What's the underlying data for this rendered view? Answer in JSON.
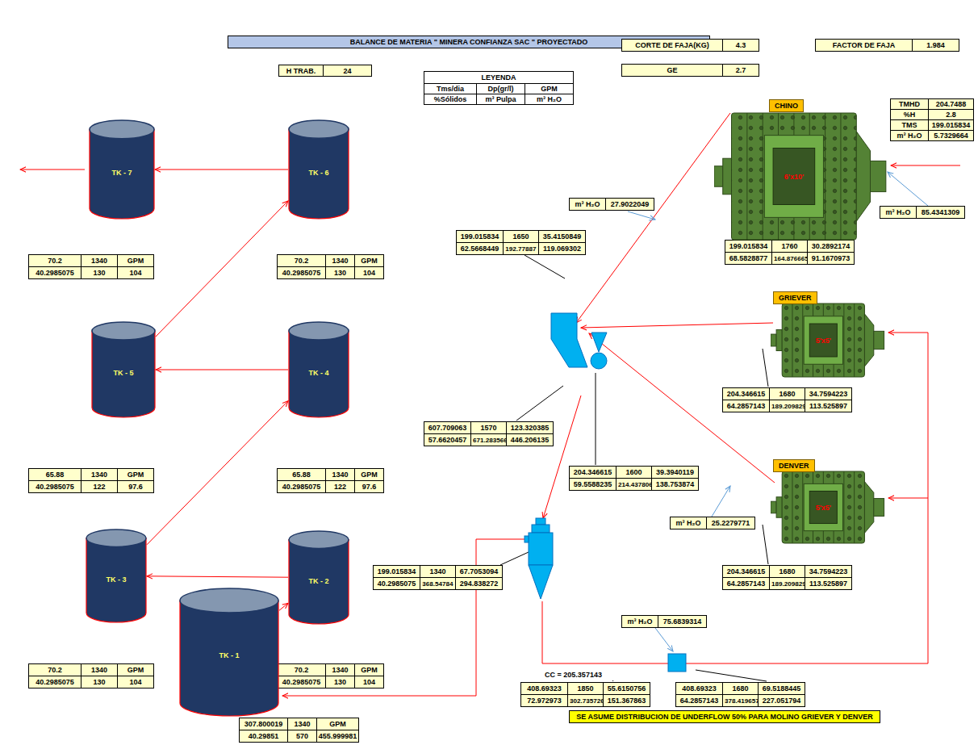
{
  "diagram": {
    "title": "BALANCE DE MATERIA \" MINERA CONFIANZA SAC \" PROYECTADO",
    "nodes": [
      {
        "text": [
          "TK - 7"
        ]
      },
      {
        "text": [
          "TK - 6"
        ]
      },
      {
        "text": [
          "CHINO",
          "6'x10'"
        ]
      },
      {
        "text": [
          "TK - 5"
        ]
      },
      {
        "text": [
          "TK - 4"
        ]
      },
      {
        "text": [
          "GRIEVER",
          "5'x5'"
        ]
      },
      {
        "text": [
          "DENVER",
          "5'x5'"
        ]
      },
      {
        "text": [
          "TK - 3"
        ]
      },
      {
        "text": [
          "TK - 2"
        ]
      },
      {
        "text": [
          "TK - 1"
        ]
      }
    ],
    "edges": [
      {
        "from": 9,
        "to": 8,
        "arrow": "to"
      },
      {
        "from": 8,
        "to": 7,
        "arrow": "to"
      },
      {
        "from": 7,
        "to": 4,
        "arrow": "to"
      },
      {
        "from": 4,
        "to": 3,
        "arrow": "to"
      },
      {
        "from": 3,
        "to": 1,
        "arrow": "to"
      },
      {
        "from": 1,
        "to": 0,
        "arrow": "to"
      }
    ],
    "labels": [
      "H TRAB.",
      "24",
      "LEYENDA",
      "Tms/dia",
      "Dp(gr/l)",
      "GPM",
      "%Sólidos",
      "m³ Pulpa",
      "m³ H₂O",
      "CORTE DE FAJA(KG)",
      "4.3",
      "FACTOR DE FAJA",
      "1.984",
      "GE",
      "2.7",
      "TMHD",
      "204.7488",
      "%H",
      "2.8",
      "TMS",
      "199.015834",
      "m³ H₂O",
      "5.7329664",
      "m³ H₂O",
      "85.4341309",
      "m³ H₂O",
      "27.9022049",
      "199.015834",
      "1650",
      "35.4150849",
      "62.5668449",
      "192.77887",
      "119.069302",
      "199.015834",
      "1760",
      "30.2892174",
      "68.5828877",
      "164.876665",
      "91.1670973",
      "204.346615",
      "1680",
      "34.7594223",
      "64.2857143",
      "189.209829",
      "113.525897",
      "607.709063",
      "1570",
      "123.320385",
      "57.6620457",
      "671.283566",
      "446.206135",
      "204.346615",
      "1600",
      "39.3940119",
      "59.5588235",
      "214.437806",
      "138.753874",
      "m³ H₂O",
      "25.2279771",
      "199.015834",
      "1340",
      "67.7053094",
      "40.2985075",
      "368.54784",
      "294.838272",
      "204.346615",
      "1680",
      "34.7594223",
      "64.2857143",
      "189.209829",
      "113.525897",
      "m³ H₂O",
      "75.6839314",
      "CC = 205.357143",
      "408.69323",
      "1850",
      "55.6150756",
      "72.972973",
      "302.735726",
      "151.367863",
      "408.69323",
      "1680",
      "69.5188445",
      "64.2857143",
      "378.419657",
      "227.051794",
      "70.2",
      "1340",
      "GPM",
      "40.2985075",
      "130",
      "104",
      "70.2",
      "1340",
      "GPM",
      "40.2985075",
      "130",
      "104",
      "65.88",
      "1340",
      "GPM",
      "40.2985075",
      "122",
      "97.6",
      "65.88",
      "1340",
      "GPM",
      "40.2985075",
      "122",
      "97.6",
      "70.2",
      "1340",
      "GPM",
      "40.2985075",
      "130",
      "104",
      "70.2",
      "1340",
      "GPM",
      "40.2985075",
      "130",
      "104",
      "307.800019",
      "1340",
      "GPM",
      "40.29851",
      "570",
      "455.999981",
      "SE ASUME DISTRIBUCION DE UNDERFLOW 50% PARA MOLINO GRIEVER Y DENVER"
    ]
  }
}
